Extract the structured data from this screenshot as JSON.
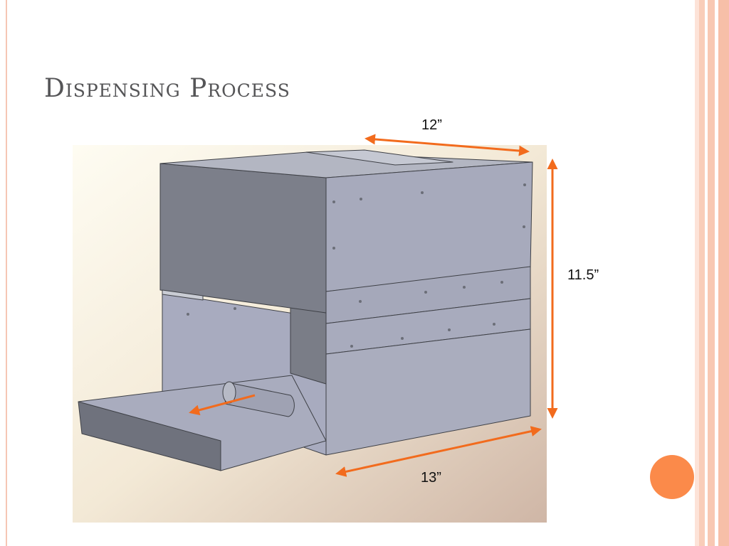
{
  "slide": {
    "title": "Dispensing Process"
  },
  "figure": {
    "dimensions": {
      "width": "12”",
      "height": "11.5”",
      "depth": "13”"
    },
    "arrow_color": "#f26b1d"
  },
  "theme": {
    "accent": "#fb8a4a",
    "title_color": "#555557"
  }
}
